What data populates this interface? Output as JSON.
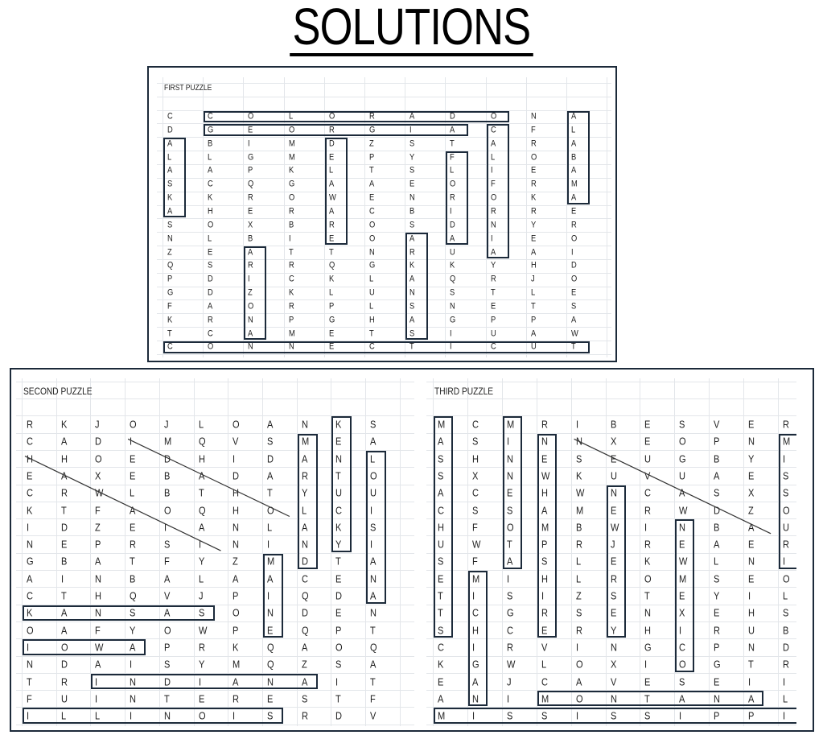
{
  "title": "SOLUTIONS",
  "puzzles": [
    {
      "title": "FIRST PUZZLE",
      "grid": [
        "CCOLORADONA",
        "DGEORGIACFL",
        "ABIMDZSTARA",
        "LLGMEPYFLOB",
        "AAPKLTSLIEA",
        "SCQGAAEOFRM",
        "KKROWENROKA",
        "AHERACBIRRE",
        "SOXBROSDNYR",
        "NLBIEOAAIEO",
        "ZEATTNRUAAI",
        "QSRRQGKKYHD",
        "PDICKLAQRJO",
        "GDZKLUNSTLE",
        "FAORPLSNETS",
        "KRNPGHAGPPA",
        "TCAMETSIUAW",
        "CONNECTICUT"
      ],
      "highlights": [
        [
          0,
          1,
          0,
          8
        ],
        [
          1,
          1,
          1,
          7
        ],
        [
          2,
          0,
          7,
          0
        ],
        [
          2,
          4,
          9,
          4
        ],
        [
          3,
          7,
          9,
          7
        ],
        [
          1,
          8,
          10,
          8
        ],
        [
          0,
          10,
          6,
          10
        ],
        [
          10,
          2,
          16,
          2
        ],
        [
          9,
          6,
          16,
          6
        ],
        [
          17,
          0,
          17,
          10
        ]
      ],
      "strike_lines": []
    },
    {
      "title": "SECOND PUZZLE",
      "grid": [
        "RKJOJLOANKS",
        "CADIMQVSMEA",
        "HHOEDHIDANL",
        "EAXEBADARTO",
        "CRWLBTHTYUU",
        "KTFAOQHOLCI",
        "IDZEIANLAKS",
        "NEPRSININYI",
        "GBATFYZMDTA",
        "AINBALAACEN",
        "CTHQVJPIQDA",
        "KANSASONDEN",
        "OAFYOWPEQPT",
        "IOWAPRKQAOQ",
        "NDAISYMQZSA",
        "TRINDIANAIT",
        "FUINTERESTF",
        "ILLINOISRDV"
      ],
      "highlights": [
        [
          1,
          8,
          8,
          8
        ],
        [
          0,
          9,
          7,
          9
        ],
        [
          2,
          10,
          10,
          10
        ],
        [
          8,
          7,
          12,
          7
        ],
        [
          11,
          0,
          11,
          5
        ],
        [
          13,
          0,
          13,
          3
        ],
        [
          15,
          2,
          15,
          8
        ],
        [
          17,
          0,
          17,
          7
        ]
      ],
      "strike_lines": [
        [
          2,
          0,
          7,
          5
        ],
        [
          1,
          3,
          5,
          7
        ]
      ]
    },
    {
      "title": "THIRD PUZZLE",
      "grid": [
        "MCMRIBESVER",
        "ASINNXEOPNM",
        "SHNESEUGBYI",
        "SXNWKUVUAES",
        "ACEHWNCASXS",
        "CSSAMERWDZO",
        "HFOMBWINBAU",
        "UWTPRJREAER",
        "SFASLEKWLNI",
        "EMIHLROMSEO",
        "TISIZSTEYIL",
        "TCGRSENXEHS",
        "SHCERYHIRUB",
        "CIRVINGCPND",
        "KGWLOXIOGTR",
        "EAJCAVESEII",
        "ANIMONTANAL",
        "MISSISSIPPI"
      ],
      "highlights": [
        [
          0,
          0,
          12,
          0
        ],
        [
          0,
          2,
          8,
          2
        ],
        [
          1,
          3,
          12,
          3
        ],
        [
          4,
          5,
          12,
          5
        ],
        [
          6,
          7,
          14,
          7
        ],
        [
          1,
          10,
          8,
          10
        ],
        [
          9,
          1,
          16,
          1
        ],
        [
          16,
          3,
          16,
          9
        ],
        [
          17,
          0,
          17,
          10
        ]
      ],
      "strike_lines": [
        [
          1,
          4,
          6,
          9
        ]
      ]
    }
  ]
}
